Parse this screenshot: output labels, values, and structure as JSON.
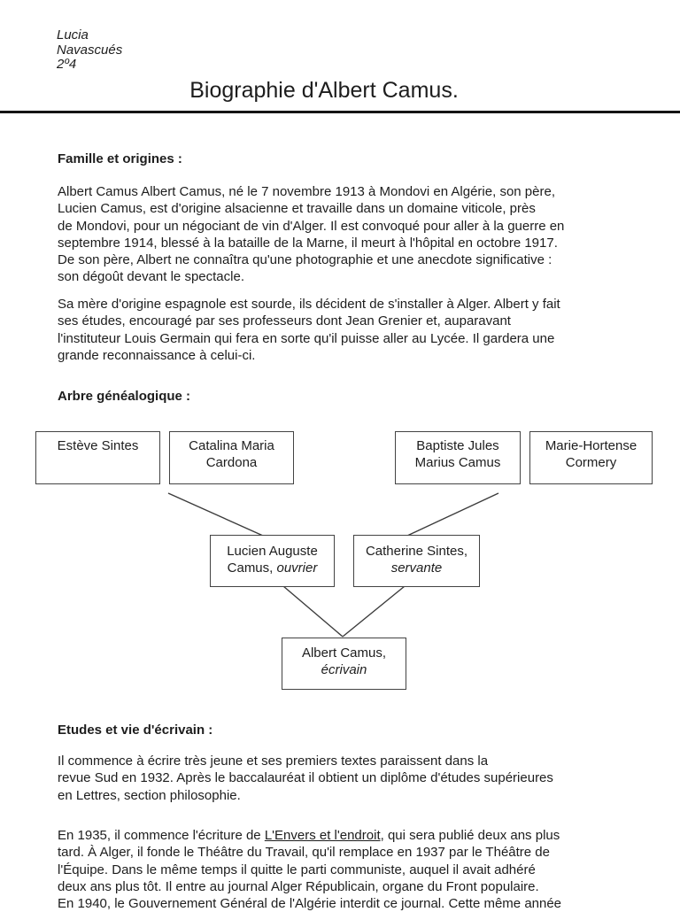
{
  "document": {
    "author_lines": [
      "Lucia",
      "Navascués",
      "2º4"
    ],
    "title": "Biographie d'Albert Camus.",
    "sections": {
      "famille": {
        "heading": "Famille et origines :",
        "para1": [
          "Albert Camus Albert Camus, né le 7 novembre 1913 à Mondovi en Algérie, son père,",
          "Lucien Camus, est d'origine alsacienne et travaille dans un domaine viticole, près",
          "de Mondovi, pour un négociant de vin d'Alger. Il est convoqué pour aller à la guerre en",
          "septembre 1914, blessé à la bataille de la Marne, il meurt à l'hôpital en octobre 1917.",
          "De son père, Albert ne connaîtra qu'une photographie et une anecdote significative :",
          "son dégoût devant le spectacle."
        ],
        "para2": [
          "Sa mère d'origine espagnole est sourde, ils décident de s'installer à Alger. Albert y fait",
          "ses études, encouragé par ses professeurs dont Jean Grenier et, auparavant",
          "l'instituteur Louis Germain qui fera en sorte qu'il puisse aller au Lycée. Il gardera une",
          "grande reconnaissance à celui-ci."
        ]
      },
      "arbre": {
        "heading": "Arbre généalogique :"
      },
      "etudes": {
        "heading": "Etudes et vie d'écrivain :",
        "para1": [
          "Il commence à écrire très jeune et ses premiers textes paraissent dans la",
          "revue Sud en 1932. Après le baccalauréat il obtient un diplôme d'études supérieures",
          "en Lettres, section philosophie."
        ],
        "para2_line1": {
          "before": "En 1935, il commence l'écriture de ",
          "underlined": "L'Envers et l'endroit",
          "after": ", qui sera publié deux ans plus"
        },
        "para2_rest": [
          "tard. À Alger, il fonde le Théâtre du Travail, qu'il remplace en 1937 par le Théâtre de",
          "l'Équipe. Dans le même temps il quitte le parti communiste, auquel il avait adhéré",
          "deux ans plus tôt. Il entre au journal Alger Républicain, organe du Front populaire.",
          "En 1940, le Gouvernement Général de l'Algérie interdit ce journal. Cette même année"
        ]
      }
    },
    "tree": {
      "esteve": {
        "line1": "Estève Sintes"
      },
      "catalina": {
        "line1": "Catalina Maria",
        "line2": "Cardona"
      },
      "baptiste": {
        "line1": "Baptiste Jules",
        "line2": "Marius Camus"
      },
      "marie": {
        "line1": "Marie-Hortense",
        "line2": "Cormery"
      },
      "lucien": {
        "line1": "Lucien Auguste",
        "line2": "Camus, ",
        "line2_italic": "ouvrier"
      },
      "catherine": {
        "line1": "Catherine Sintes,",
        "line2_italic": "servante"
      },
      "albert": {
        "line1": "Albert Camus,",
        "line2_italic": "écrivain"
      }
    }
  }
}
